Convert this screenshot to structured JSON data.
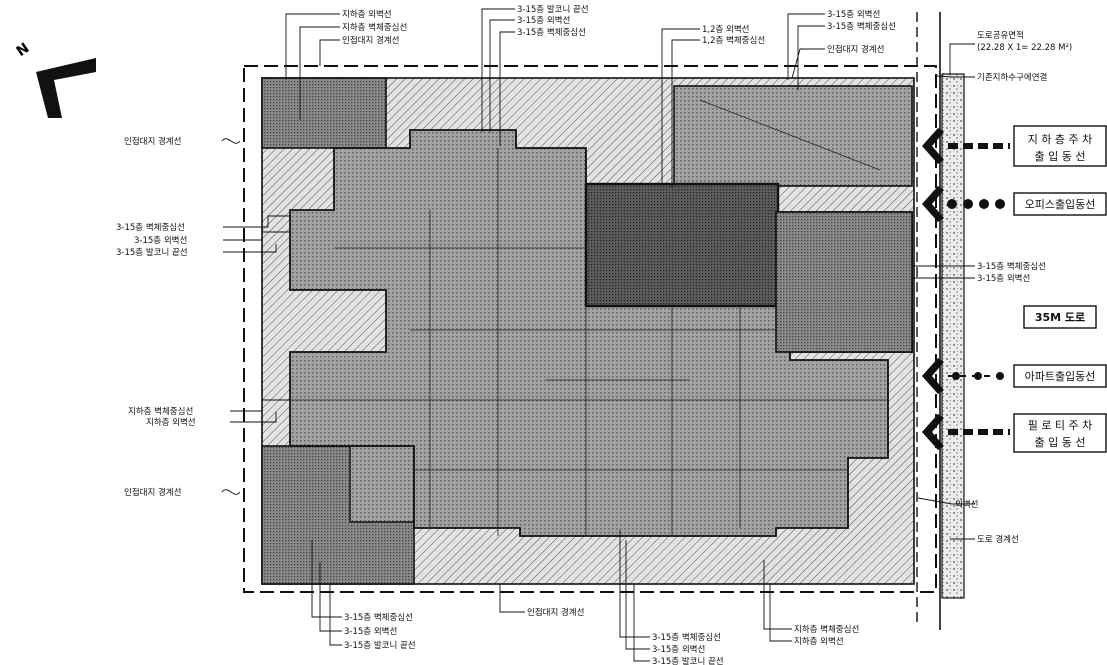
{
  "north_letter": "N",
  "legend": {
    "underground_parking": [
      "지 하 층 주 차",
      "출 입 동 선"
    ],
    "office_entrance": "오피스출입동선",
    "apartment_entrance": "아파트출입동선",
    "piloti_parking": [
      "필 로 티 주 차",
      "출 입 동 선"
    ],
    "road": "35M 도로"
  },
  "labels": {
    "top_a": [
      "지하층 외벽선",
      "지하층 벽체중심선",
      "인접대지 경계선"
    ],
    "top_b": [
      "3-15층 발코니 끝선",
      "3-15층 외벽선",
      "3-15층 벽체중심선"
    ],
    "top_c": [
      "1,2층 외벽선",
      "1,2층 벽체중심선"
    ],
    "top_d": [
      "3-15층 외벽선",
      "3-15층 벽체중심선"
    ],
    "top_e": "인접대지 경계선",
    "road_share": [
      "도로공유면적",
      "(22.28 X 1= 22.28 M²)"
    ],
    "sewer": "기존지하수구에연결",
    "left_boundary_1": "인접대지 경계선",
    "left_a": [
      "3-15층 벽체중심선",
      "3-15층 외벽선",
      "3-15층 발코니 끝선"
    ],
    "left_b": [
      "지하층 벽체중심선",
      "지하층 외벽선"
    ],
    "left_boundary_2": "인접대지 경계선",
    "right_a": [
      "3-15층 벽체중심선",
      "3-15층 외벽선"
    ],
    "right_wall": "외벽선",
    "right_road": "도로 경계선",
    "bottom_a": [
      "3-15층 벽체중심선",
      "3-15층 외벽선",
      "3-15층 발코니 끝선"
    ],
    "bottom_boundary": "인접대지 경계선",
    "bottom_c": [
      "3-15층 벽체중심선",
      "3-15층 외벽선",
      "3-15층 발코니 끝선"
    ],
    "bottom_d": [
      "지하층 벽체중심선",
      "지하층 외벽선"
    ]
  }
}
